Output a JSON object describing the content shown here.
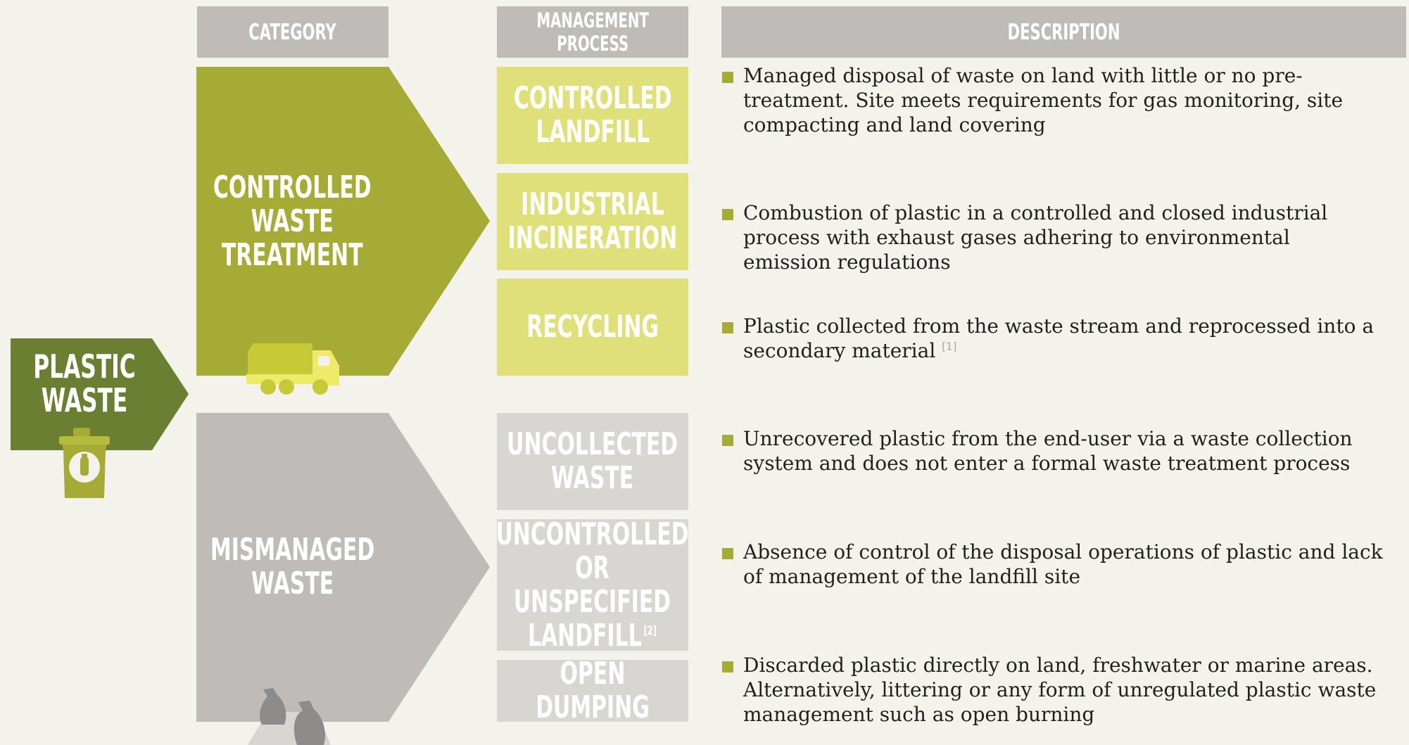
{
  "headers": {
    "category": "CATEGORY",
    "management_process": "MANAGEMENT\nPROCESS",
    "description": "DESCRIPTION"
  },
  "source": {
    "label": "PLASTIC\nWASTE",
    "icon": "waste-bin-icon"
  },
  "categories": {
    "controlled": {
      "label": "CONTROLLED\nWASTE\nTREATMENT",
      "icon": "garbage-truck-icon"
    },
    "mismanaged": {
      "label": "MISMANAGED\nWASTE",
      "icon": "trash-bags-icon"
    }
  },
  "processes": [
    {
      "label": "CONTROLLED\nLANDFILL",
      "group": "controlled"
    },
    {
      "label": "INDUSTRIAL\nINCINERATION",
      "group": "controlled"
    },
    {
      "label": "RECYCLING",
      "group": "controlled"
    },
    {
      "label": "UNCOLLECTED\nWASTE",
      "group": "mismanaged"
    },
    {
      "label": "UNCONTROLLED\nOR UNSPECIFIED\nLANDFILL",
      "ref": "[2]",
      "group": "mismanaged"
    },
    {
      "label": "OPEN DUMPING",
      "group": "mismanaged"
    }
  ],
  "descriptions": [
    {
      "text": "Managed disposal of waste on land with little or no pre-treatment. Site meets requirements for gas monitoring, site compacting and land covering"
    },
    {
      "text": "Combustion of plastic in a controlled and closed industrial process with exhaust gases adhering to environmental emission regulations"
    },
    {
      "text": "Plastic collected from the waste stream and reprocessed into a secondary material",
      "ref": "[1]"
    },
    {
      "text": "Unrecovered plastic from the end-user via a waste collection system and does not enter a formal waste treatment process"
    },
    {
      "text": "Absence of control of the disposal operations of plastic and lack of management of the landfill site"
    },
    {
      "text": "Discarded plastic directly on land, freshwater or marine areas. Alternatively, littering or any form of unregulated plastic waste management such as open burning"
    }
  ],
  "colors": {
    "background": "#f3f2eb",
    "header": "#bfbbb8",
    "dark_green": "#6b7f33",
    "olive": "#a5ab34",
    "light_green": "#dfe07a",
    "grey": "#bfbbb8",
    "light_grey": "#d8d6d3"
  }
}
